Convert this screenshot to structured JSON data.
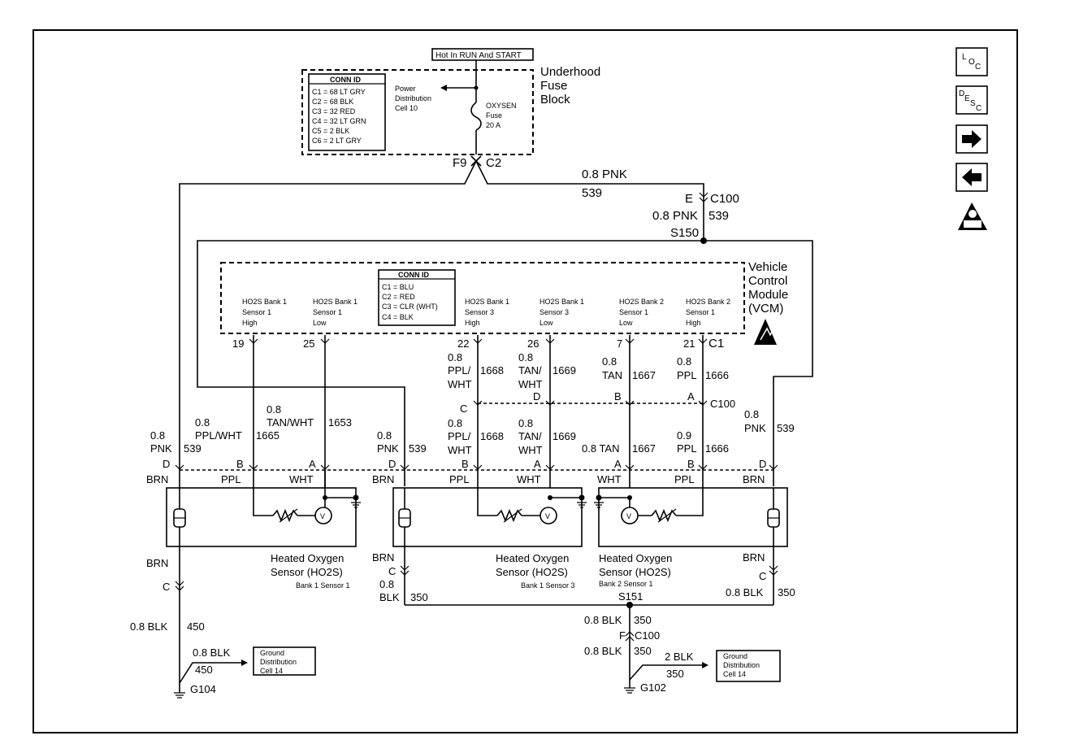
{
  "fuse_block": {
    "hot_label": "Hot In RUN And START",
    "title_lines": [
      "Underhood",
      "Fuse",
      "Block"
    ],
    "conn_id_title": "CONN ID",
    "conn_ids": [
      "C1 = 68 LT GRY",
      "C2 = 68 BLK",
      "C3 = 32 RED",
      "C4 = 32 LT GRN",
      "C5 = 2 BLK",
      "C6 = 2 LT GRY"
    ],
    "power_dist_lines": [
      "Power",
      "Distribution",
      "Cell 10"
    ],
    "fuse_lines": [
      "OXYSEN",
      "Fuse",
      "20 A"
    ],
    "pin_f9": "F9",
    "pin_c2": "C2"
  },
  "vcm": {
    "title_lines": [
      "Vehicle",
      "Control",
      "Module",
      "(VCM)"
    ],
    "conn_id_title": "CONN ID",
    "conn_ids": [
      "C1 = BLU",
      "C2 = RED",
      "C3 = CLR (WHT)",
      "C4 = BLK"
    ],
    "terminals": [
      {
        "lines": [
          "HO2S Bank 1",
          "Sensor 1",
          "High"
        ],
        "pin": "19"
      },
      {
        "lines": [
          "HO2S Bank 1",
          "Sensor 1",
          "Low"
        ],
        "pin": "25"
      },
      {
        "lines": [
          "HO2S Bank 1",
          "Sensor 3",
          "High"
        ],
        "pin": "22"
      },
      {
        "lines": [
          "HO2S Bank 1",
          "Sensor 3",
          "Low"
        ],
        "pin": "26"
      },
      {
        "lines": [
          "HO2S Bank 2",
          "Sensor 1",
          "Low"
        ],
        "pin": "7"
      },
      {
        "lines": [
          "HO2S Bank 2",
          "Sensor 1",
          "High"
        ],
        "pin": "21"
      }
    ],
    "connector": "C1"
  },
  "wires": {
    "pnk_top": "0.8 PNK",
    "circuit_539": "539",
    "c100_e": "E",
    "c100": "C100",
    "pnk_0_8": "0.8 PNK",
    "s150": "S150",
    "w22_lines": [
      "0.8",
      "PPL/",
      "WHT"
    ],
    "w26_lines": [
      "0.8",
      "TAN/",
      "WHT"
    ],
    "w7_lines": [
      "0.8",
      "TAN"
    ],
    "w21_lines": [
      "0.8",
      "PPL"
    ],
    "circ_1668": "1668",
    "circ_1669": "1669",
    "circ_1667": "1667",
    "circ_1666": "1666",
    "pin_c": "C",
    "pin_d": "D",
    "pin_b": "B",
    "pin_a": "A",
    "s1_pnk_lines": [
      "0.8",
      "PNK"
    ],
    "s1_pplwht_lines": [
      "0.8",
      "PPL/WHT"
    ],
    "circ_1665": "1665",
    "s1_tanwht_lines": [
      "0.8",
      "TAN/WHT"
    ],
    "circ_1653": "1653",
    "s3_pnk_lines": [
      "0.8",
      "PNK"
    ],
    "s3_pplwht_lines": [
      "0.8",
      "PPL/",
      "WHT"
    ],
    "s3_tanwht_lines": [
      "0.8",
      "TAN/",
      "WHT"
    ],
    "b2_tan": "0.8 TAN",
    "b2_ppl_lines": [
      "0.9",
      "PPL"
    ],
    "b2_pnk_lines": [
      "0.8",
      "PNK"
    ],
    "brn": "BRN",
    "ppl": "PPL",
    "wht": "WHT",
    "blk_450": "0.8 BLK",
    "circ_450": "450",
    "circ_350": "350",
    "blk_08_lines": [
      "0.8",
      "BLK"
    ],
    "blk_350_right": "0.8 BLK",
    "s151": "S151",
    "blk_c100_top": "0.8 BLK",
    "c100_f": "F",
    "blk_c100_bottom": "0.8 BLK",
    "blk_2": "2 BLK",
    "g104": "G104",
    "g102": "G102"
  },
  "sensors": [
    {
      "title_lines": [
        "Heated Oxygen",
        "Sensor (HO2S)"
      ],
      "sub": "Bank 1 Sensor 1"
    },
    {
      "title_lines": [
        "Heated Oxygen",
        "Sensor (HO2S)"
      ],
      "sub": "Bank 1 Sensor 3"
    },
    {
      "title_lines": [
        "Heated Oxygen",
        "Sensor (HO2S)"
      ],
      "sub": "Bank 2 Sensor 1"
    }
  ],
  "ground_cells": [
    {
      "lines": [
        "Ground",
        "Distribution",
        "Cell 14"
      ]
    },
    {
      "lines": [
        "Ground",
        "Distribution",
        "Cell 14"
      ]
    }
  ],
  "nav": {
    "loc": {
      "a": "L",
      "b": "O",
      "c": "C"
    },
    "desc": {
      "a": "D",
      "b": "E",
      "c": "S",
      "d": "C"
    },
    "next_icon": "arrow-right-icon",
    "prev_icon": "arrow-left-icon",
    "esd_icon": "esd-warning-icon"
  }
}
